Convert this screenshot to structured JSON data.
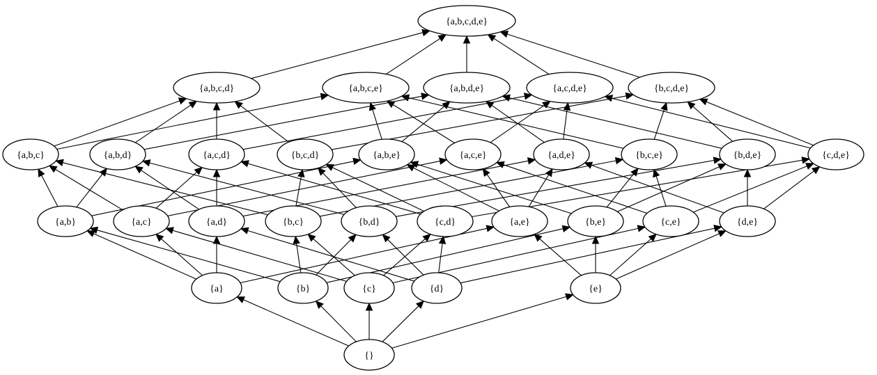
{
  "diagram": {
    "nodes": [
      {
        "id": "abcde",
        "label": "{a,b,c,d,e}"
      },
      {
        "id": "abcd",
        "label": "{a,b,c,d}"
      },
      {
        "id": "abce",
        "label": "{a,b,c,e}"
      },
      {
        "id": "abde",
        "label": "{a,b,d,e}"
      },
      {
        "id": "acde",
        "label": "{a,c,d,e}"
      },
      {
        "id": "bcde",
        "label": "{b,c,d,e}"
      },
      {
        "id": "abc",
        "label": "{a,b,c}"
      },
      {
        "id": "abd",
        "label": "{a,b,d}"
      },
      {
        "id": "acd",
        "label": "{a,c,d}"
      },
      {
        "id": "bcd",
        "label": "{b,c,d}"
      },
      {
        "id": "abe",
        "label": "{a,b,e}"
      },
      {
        "id": "ace",
        "label": "{a,c,e}"
      },
      {
        "id": "ade",
        "label": "{a,d,e}"
      },
      {
        "id": "bce",
        "label": "{b,c,e}"
      },
      {
        "id": "bde",
        "label": "{b,d,e}"
      },
      {
        "id": "cde",
        "label": "{c,d,e}"
      },
      {
        "id": "ab",
        "label": "{a,b}"
      },
      {
        "id": "ac",
        "label": "{a,c}"
      },
      {
        "id": "ad",
        "label": "{a,d}"
      },
      {
        "id": "bc",
        "label": "{b,c}"
      },
      {
        "id": "bd",
        "label": "{b,d}"
      },
      {
        "id": "cd",
        "label": "{c,d}"
      },
      {
        "id": "ae",
        "label": "{a,e}"
      },
      {
        "id": "be",
        "label": "{b,e}"
      },
      {
        "id": "ce",
        "label": "{c,e}"
      },
      {
        "id": "de",
        "label": "{d,e}"
      },
      {
        "id": "a",
        "label": "{a}"
      },
      {
        "id": "b",
        "label": "{b}"
      },
      {
        "id": "c",
        "label": "{c}"
      },
      {
        "id": "d",
        "label": "{d}"
      },
      {
        "id": "e",
        "label": "{e}"
      },
      {
        "id": "empty",
        "label": "{}"
      }
    ],
    "edges": [
      [
        "empty",
        "a"
      ],
      [
        "empty",
        "b"
      ],
      [
        "empty",
        "c"
      ],
      [
        "empty",
        "d"
      ],
      [
        "empty",
        "e"
      ],
      [
        "a",
        "ab"
      ],
      [
        "a",
        "ac"
      ],
      [
        "a",
        "ad"
      ],
      [
        "a",
        "ae"
      ],
      [
        "b",
        "ab"
      ],
      [
        "b",
        "bc"
      ],
      [
        "b",
        "bd"
      ],
      [
        "b",
        "be"
      ],
      [
        "c",
        "ac"
      ],
      [
        "c",
        "bc"
      ],
      [
        "c",
        "cd"
      ],
      [
        "c",
        "ce"
      ],
      [
        "d",
        "ad"
      ],
      [
        "d",
        "bd"
      ],
      [
        "d",
        "cd"
      ],
      [
        "d",
        "de"
      ],
      [
        "e",
        "ae"
      ],
      [
        "e",
        "be"
      ],
      [
        "e",
        "ce"
      ],
      [
        "e",
        "de"
      ],
      [
        "ab",
        "abc"
      ],
      [
        "ab",
        "abd"
      ],
      [
        "ab",
        "abe"
      ],
      [
        "ac",
        "abc"
      ],
      [
        "ac",
        "acd"
      ],
      [
        "ac",
        "ace"
      ],
      [
        "ad",
        "abd"
      ],
      [
        "ad",
        "acd"
      ],
      [
        "ad",
        "ade"
      ],
      [
        "bc",
        "abc"
      ],
      [
        "bc",
        "bcd"
      ],
      [
        "bc",
        "bce"
      ],
      [
        "bd",
        "abd"
      ],
      [
        "bd",
        "bcd"
      ],
      [
        "bd",
        "bde"
      ],
      [
        "cd",
        "acd"
      ],
      [
        "cd",
        "bcd"
      ],
      [
        "cd",
        "cde"
      ],
      [
        "ae",
        "abe"
      ],
      [
        "ae",
        "ace"
      ],
      [
        "ae",
        "ade"
      ],
      [
        "be",
        "abe"
      ],
      [
        "be",
        "bce"
      ],
      [
        "be",
        "bde"
      ],
      [
        "ce",
        "ace"
      ],
      [
        "ce",
        "bce"
      ],
      [
        "ce",
        "cde"
      ],
      [
        "de",
        "ade"
      ],
      [
        "de",
        "bde"
      ],
      [
        "de",
        "cde"
      ],
      [
        "abc",
        "abcd"
      ],
      [
        "abc",
        "abce"
      ],
      [
        "abd",
        "abcd"
      ],
      [
        "abd",
        "abde"
      ],
      [
        "acd",
        "abcd"
      ],
      [
        "acd",
        "acde"
      ],
      [
        "bcd",
        "abcd"
      ],
      [
        "bcd",
        "bcde"
      ],
      [
        "abe",
        "abce"
      ],
      [
        "abe",
        "abde"
      ],
      [
        "ace",
        "abce"
      ],
      [
        "ace",
        "acde"
      ],
      [
        "ade",
        "abde"
      ],
      [
        "ade",
        "acde"
      ],
      [
        "bce",
        "abce"
      ],
      [
        "bce",
        "bcde"
      ],
      [
        "bde",
        "abde"
      ],
      [
        "bde",
        "bcde"
      ],
      [
        "cde",
        "acde"
      ],
      [
        "cde",
        "bcde"
      ],
      [
        "abcd",
        "abcde"
      ],
      [
        "abce",
        "abcde"
      ],
      [
        "abde",
        "abcde"
      ],
      [
        "acde",
        "abcde"
      ],
      [
        "bcde",
        "abcde"
      ]
    ]
  }
}
